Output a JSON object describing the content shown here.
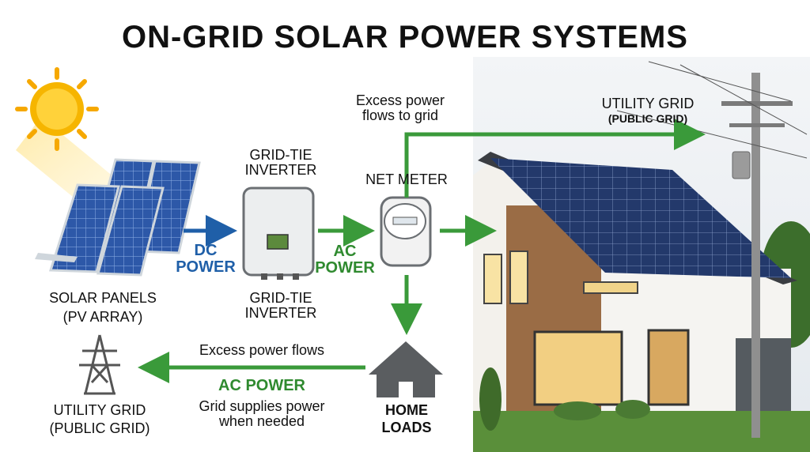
{
  "title": "ON-GRID SOLAR POWER SYSTEMS",
  "labels": {
    "solar_panels_line1": "SOLAR PANELS",
    "solar_panels_line2": "(PV ARRAY)",
    "dc_power_line1": "DC",
    "dc_power_line2": "POWER",
    "inverter_top_line1": "GRID-TIE",
    "inverter_top_line2": "INVERTER",
    "inverter_bottom_line1": "GRID-TIE",
    "inverter_bottom_line2": "INVERTER",
    "ac_power_line1": "AC",
    "ac_power_line2": "POWER",
    "net_meter": "NET METER",
    "excess_top_line1": "Excess power",
    "excess_top_line2": "flows to grid",
    "utility_right_line1": "UTILITY GRID",
    "utility_right_line2": "(PUBLIC GRID)",
    "home_loads_line1": "HOME",
    "home_loads_line2": "LOADS",
    "excess_bottom": "Excess power flows",
    "ac_power_bottom": "AC POWER",
    "grid_supplies_line1": "Grid supplies power",
    "grid_supplies_line2": "when needed",
    "utility_left_line1": "UTILITY GRID",
    "utility_left_line2": "(PUBLIC GRID)"
  },
  "colors": {
    "dc_arrow": "#1f5fa8",
    "ac_arrow": "#3a9a3a",
    "sun": "#f6b500",
    "panel": "#2b4f9a",
    "sky": "#eef1f4"
  }
}
